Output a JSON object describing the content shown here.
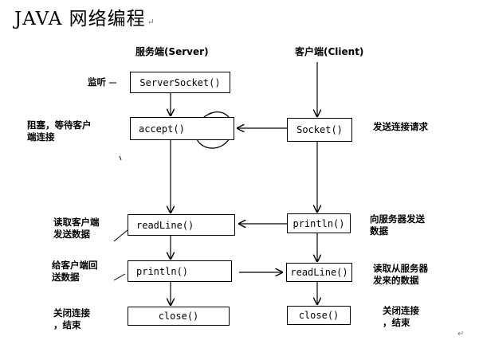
{
  "title": "JAVA 网络编程",
  "server": {
    "heading": "服务端(Server)",
    "boxes": {
      "server_socket": "ServerSocket()",
      "accept": "accept()",
      "readline": "readLine()",
      "println": "println()",
      "close": "close()"
    }
  },
  "client": {
    "heading": "客户端(Client)",
    "boxes": {
      "socket": "Socket()",
      "println": "println()",
      "readline": "readLine()",
      "close": "close()"
    }
  },
  "notes": {
    "listen": "监听",
    "block_1": "阻塞，等待客户",
    "block_2": "端连接",
    "read_1": "读取客户端",
    "read_2": "发送数据",
    "send_1": "给客户端回",
    "send_2": "送数据",
    "close_1": "关闭连接",
    "close_2": "，结束",
    "request": "发送连接请求",
    "to_server_1": "向服务器发送",
    "to_server_2": "数据",
    "from_server_1": "读取从服务器",
    "from_server_2": "发来的数据",
    "client_close_1": "关闭连接",
    "client_close_2": "，结束"
  },
  "paragraph_mark": "↵"
}
